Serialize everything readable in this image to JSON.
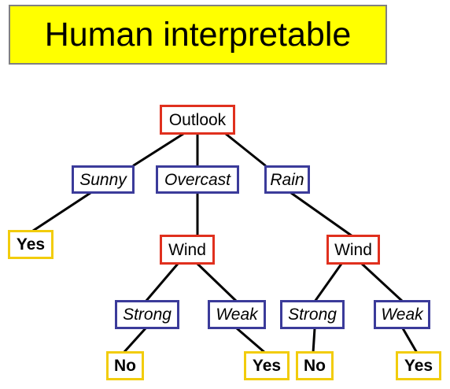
{
  "title": "Human interpretable",
  "colors": {
    "title_background": "#ffff00",
    "attribute_border": "#e0301e",
    "value_border": "#3b3b9a",
    "leaf_border": "#f2cc0c",
    "edge": "#000000"
  },
  "tree": {
    "root": "Outlook",
    "branches": {
      "sunny": "Sunny",
      "overcast": "Overcast",
      "rain": "Rain"
    },
    "sunny_leaf": "Yes",
    "wind_left": {
      "label": "Wind",
      "strong": "Strong",
      "weak": "Weak",
      "strong_leaf": "No",
      "weak_leaf": "Yes"
    },
    "wind_right": {
      "label": "Wind",
      "strong": "Strong",
      "weak": "Weak",
      "strong_leaf": "No",
      "weak_leaf": "Yes"
    }
  }
}
